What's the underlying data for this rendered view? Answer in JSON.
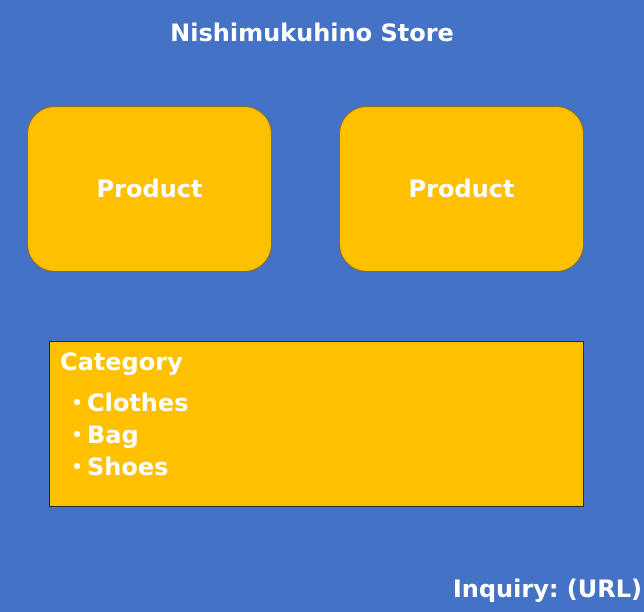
{
  "store": {
    "title": "Nishimukuhino Store"
  },
  "products": [
    {
      "label": "Product"
    },
    {
      "label": "Product"
    }
  ],
  "category": {
    "heading": "Category",
    "bullet": "・",
    "items": [
      {
        "label": "Clothes"
      },
      {
        "label": "Bag"
      },
      {
        "label": "Shoes"
      }
    ]
  },
  "inquiry": {
    "label": "Inquiry:",
    "link": "(URL)"
  },
  "colors": {
    "background": "#4472C4",
    "card": "#FFC000",
    "text": "#FFFFFF"
  }
}
